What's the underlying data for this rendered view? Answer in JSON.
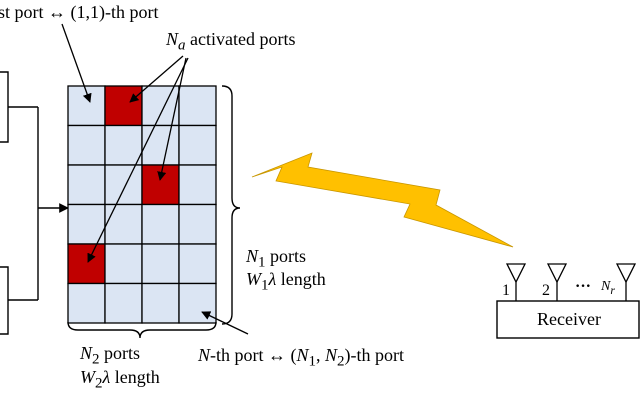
{
  "labels": {
    "first_port_suffix": "st port",
    "first_port_map": "↔ (1,1)-th port",
    "activated_var": "N",
    "activated_sub": "a",
    "activated_text": " activated ports",
    "n1_var": "N",
    "n1_sub": "1",
    "n1_text": " ports",
    "w1_var": "W",
    "w1_sub": "1",
    "w1_lambda": "λ",
    "w1_text": " length",
    "n2_var": "N",
    "n2_sub": "2",
    "n2_text": " ports",
    "w2_var": "W",
    "w2_sub": "2",
    "w2_lambda": "λ",
    "w2_text": " length",
    "nth_var": "N",
    "nth_text": "-th port ↔ (",
    "nth_n1": "N",
    "nth_n1_sub": "1",
    "nth_sep": ", ",
    "nth_n2": "N",
    "nth_n2_sub": "2",
    "nth_end": ")-th port",
    "rx_ant1": "1",
    "rx_ant2": "2",
    "rx_dots": "···",
    "rx_nr": "N",
    "rx_nr_sub": "r",
    "receiver": "Receiver"
  },
  "grid": {
    "rows": 6,
    "cols": 4,
    "active_cells": [
      [
        0,
        1
      ],
      [
        2,
        2
      ],
      [
        4,
        0
      ]
    ],
    "cell_color": "#dbe5f3",
    "active_color": "#c00000",
    "bolt_color": "#ffc000"
  }
}
